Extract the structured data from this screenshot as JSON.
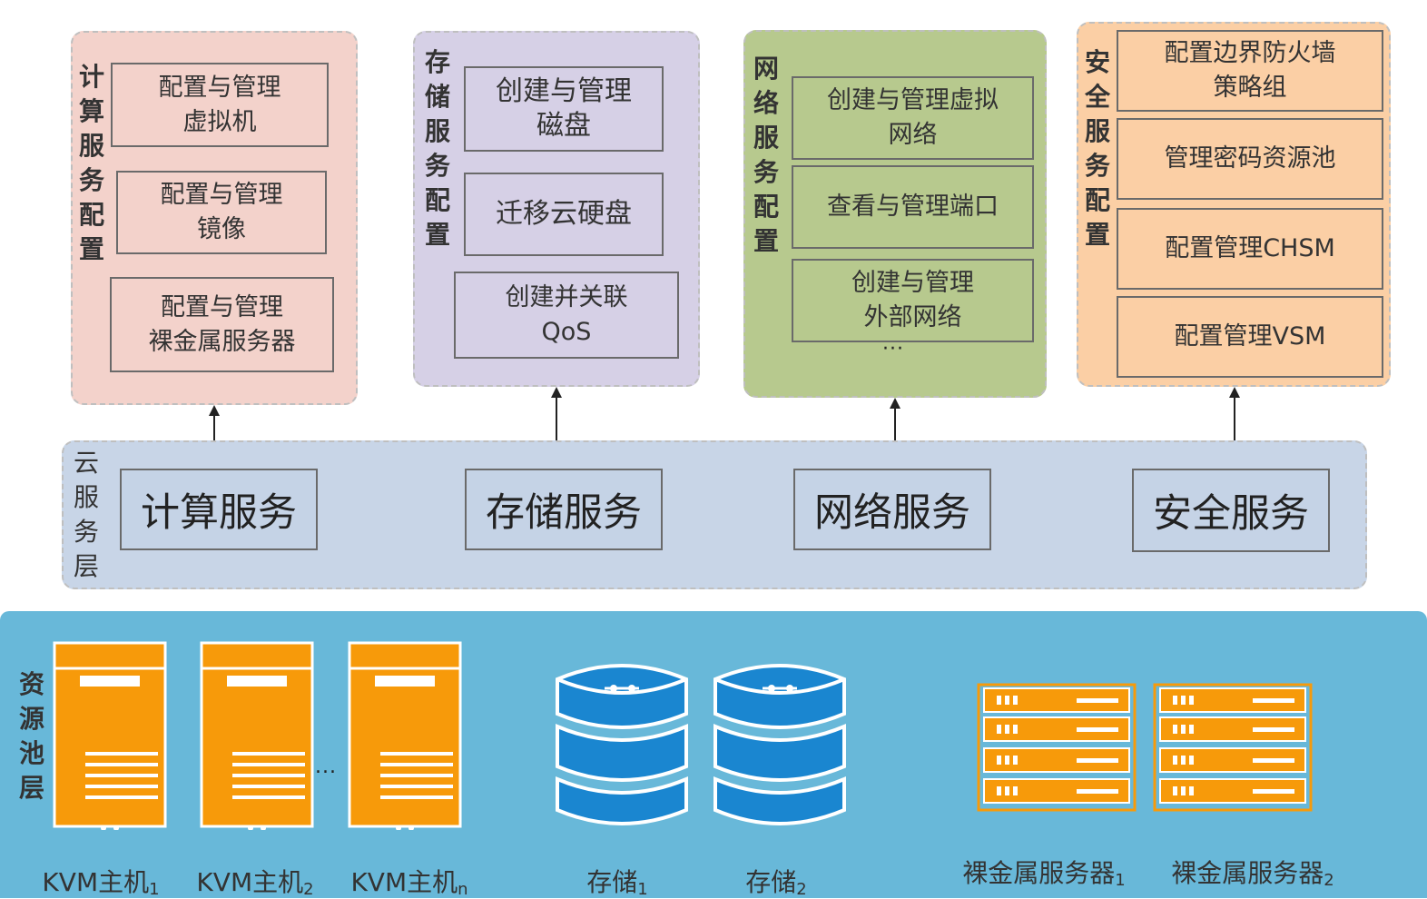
{
  "colors": {
    "compute": "#f3d2cb",
    "storage": "#d6d0e6",
    "network": "#b7c98e",
    "security": "#fbcfa5",
    "service_layer": "#c8d5e7",
    "resource_layer": "#68b8d9",
    "server": "#f79a0a",
    "disk": "#1a86d0"
  },
  "groups": {
    "compute": {
      "title": "计算服务配置",
      "items": [
        "配置与管理\n虚拟机",
        "配置与管理\n镜像",
        "配置与管理\n裸金属服务器"
      ]
    },
    "storage": {
      "title": "存储服务配置",
      "items": [
        "创建与管理\n磁盘",
        "迁移云硬盘",
        "创建并关联\nQoS"
      ]
    },
    "network": {
      "title": "网络服务配置",
      "items": [
        "创建与管理虚拟\n网络",
        "查看与管理端口",
        "创建与管理\n外部网络"
      ],
      "more": "···"
    },
    "security": {
      "title": "安全服务配置",
      "items": [
        "配置边界防火墙\n策略组",
        "管理密码资源池",
        "配置管理CHSM",
        "配置管理VSM"
      ]
    }
  },
  "service_layer": {
    "title": "云服务层",
    "services": [
      "计算服务",
      "存储服务",
      "网络服务",
      "安全服务"
    ]
  },
  "resource_layer": {
    "title": "资源池层",
    "kvm": [
      {
        "name": "KVM主机",
        "sub": "1"
      },
      {
        "name": "KVM主机",
        "sub": "2"
      },
      {
        "name": "KVM主机",
        "sub": "n"
      }
    ],
    "kvm_more": "...",
    "storage": [
      {
        "name": "存储",
        "sub": "1"
      },
      {
        "name": "存储",
        "sub": "2"
      }
    ],
    "baremetal": [
      {
        "name": "裸金属服务器",
        "sub": "1"
      },
      {
        "name": "裸金属服务器",
        "sub": "2"
      }
    ]
  }
}
